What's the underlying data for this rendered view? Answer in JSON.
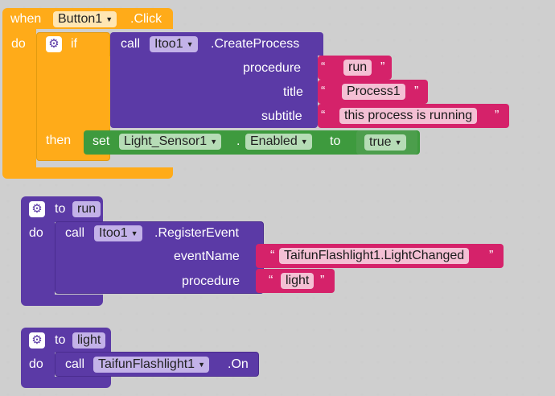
{
  "blocks": {
    "event": {
      "when": "when",
      "component": "Button1",
      "event": ".Click",
      "do": "do",
      "if": "if",
      "then": "then"
    },
    "create_process": {
      "call": "call",
      "component": "Itoo1",
      "method": ".CreateProcess",
      "param_procedure": "procedure",
      "param_title": "title",
      "param_subtitle": "subtitle",
      "val_procedure": "run",
      "val_title": "Process1",
      "val_subtitle": "this process is running"
    },
    "setter": {
      "set": "set",
      "component": "Light_Sensor1",
      "dot": ".",
      "property": "Enabled",
      "to": "to",
      "value": "true"
    },
    "proc_run": {
      "to": "to",
      "name": "run",
      "do": "do",
      "call": "call",
      "component": "Itoo1",
      "method": ".RegisterEvent",
      "param_event": "eventName",
      "param_procedure": "procedure",
      "val_event": "TaifunFlashlight1.LightChanged",
      "val_procedure": "light"
    },
    "proc_light": {
      "to": "to",
      "name": "light",
      "do": "do",
      "call": "call",
      "component": "TaifunFlashlight1",
      "method": ".On"
    }
  },
  "quote_open": "“",
  "quote_close": "”",
  "icons": {
    "gear": "gear-icon",
    "dropdown": "chevron-down-icon"
  },
  "colors": {
    "event": "#ffab19",
    "procedure": "#5b3aa6",
    "text": "#d5226a",
    "logic": "#3e9a3e",
    "background": "#ffffff"
  }
}
